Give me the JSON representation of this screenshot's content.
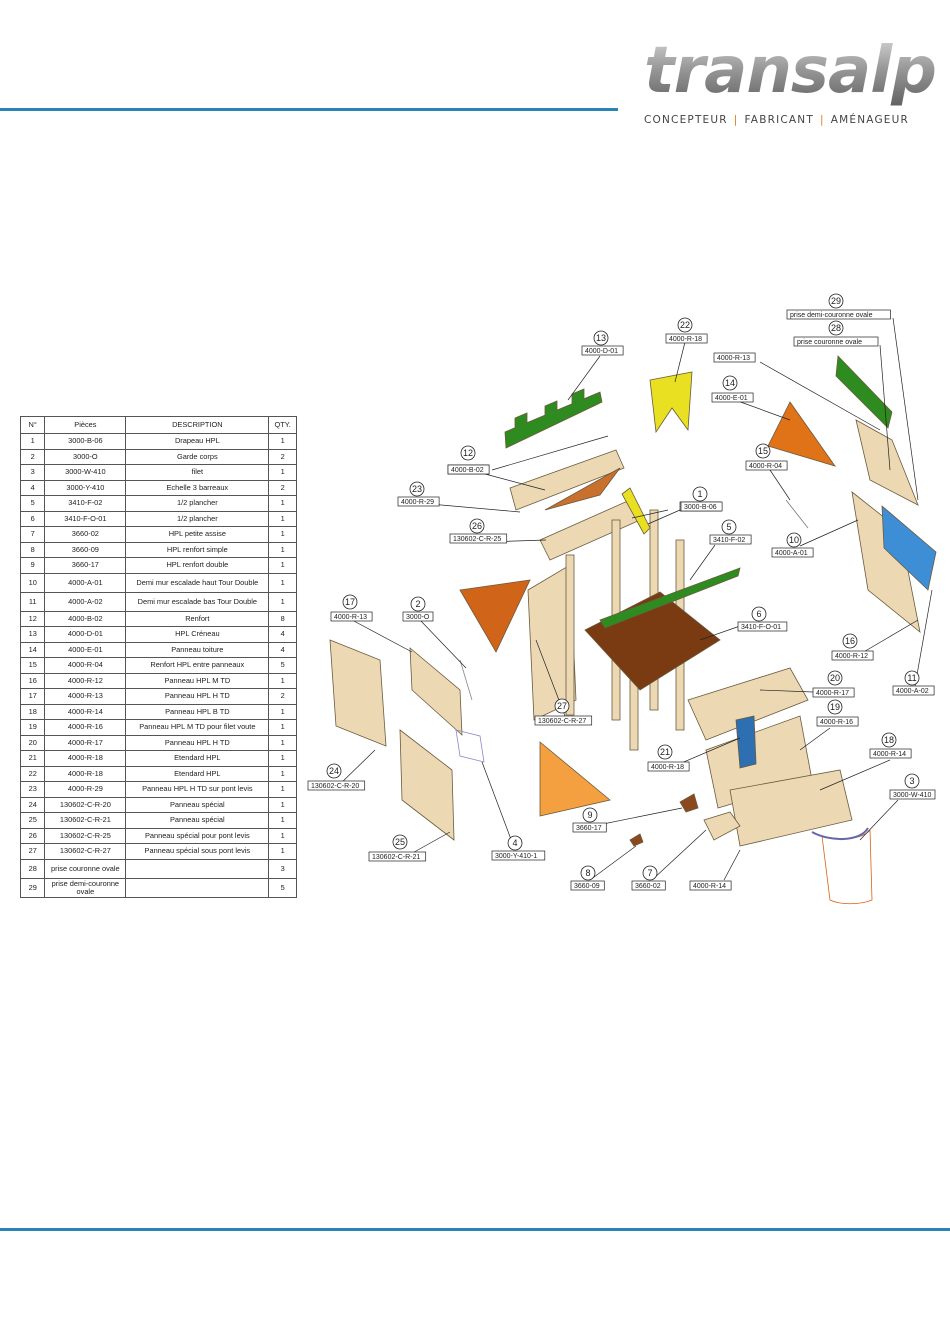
{
  "brand": {
    "name": "transalp",
    "tagline": [
      "CONCEPTEUR",
      "FABRICANT",
      "AMÉNAGEUR"
    ],
    "tagline_sep": "|"
  },
  "colors": {
    "rule": "#2a84b8",
    "accent": "#e07b1c"
  },
  "table": {
    "headers": [
      "N°",
      "Pièces",
      "DESCRIPTION",
      "QTY."
    ],
    "rows": [
      [
        "1",
        "3000-B-06",
        "Drapeau HPL",
        "1"
      ],
      [
        "2",
        "3000-O",
        "Garde corps",
        "2"
      ],
      [
        "3",
        "3000-W-410",
        "filet",
        "1"
      ],
      [
        "4",
        "3000-Y-410",
        "Echelle 3 barreaux",
        "2"
      ],
      [
        "5",
        "3410-F-02",
        "1/2 plancher",
        "1"
      ],
      [
        "6",
        "3410-F-O-01",
        "1/2 plancher",
        "1"
      ],
      [
        "7",
        "3660-02",
        "HPL petite assise",
        "1"
      ],
      [
        "8",
        "3660-09",
        "HPL renfort simple",
        "1"
      ],
      [
        "9",
        "3660-17",
        "HPL renfort double",
        "1"
      ],
      [
        "10",
        "4000-A-01",
        "Demi mur escalade haut Tour Double",
        "1"
      ],
      [
        "11",
        "4000-A-02",
        "Demi mur escalade bas Tour Double",
        "1"
      ],
      [
        "12",
        "4000-B-02",
        "Renfort",
        "8"
      ],
      [
        "13",
        "4000-D-01",
        "HPL Créneau",
        "4"
      ],
      [
        "14",
        "4000-E-01",
        "Panneau toiture",
        "4"
      ],
      [
        "15",
        "4000-R-04",
        "Renfort HPL entre panneaux",
        "5"
      ],
      [
        "16",
        "4000-R-12",
        "Panneau HPL M TD",
        "1"
      ],
      [
        "17",
        "4000-R-13",
        "Panneau HPL H TD",
        "2"
      ],
      [
        "18",
        "4000-R-14",
        "Panneau HPL B TD",
        "1"
      ],
      [
        "19",
        "4000-R-16",
        "Panneau HPL M TD pour filet voute",
        "1"
      ],
      [
        "20",
        "4000-R-17",
        "Panneau HPL H TD",
        "1"
      ],
      [
        "21",
        "4000-R-18",
        "Etendard HPL",
        "1"
      ],
      [
        "22",
        "4000-R-18",
        "Etendard HPL",
        "1"
      ],
      [
        "23",
        "4000-R-29",
        "Panneau HPL H TD sur pont levis",
        "1"
      ],
      [
        "24",
        "130602-C-R-20",
        "Panneau spécial",
        "1"
      ],
      [
        "25",
        "130602-C-R-21",
        "Panneau spécial",
        "1"
      ],
      [
        "26",
        "130602-C-R-25",
        "Panneau spécial pour pont levis",
        "1"
      ],
      [
        "27",
        "130602-C-R-27",
        "Panneau spécial sous pont levis",
        "1"
      ],
      [
        "28",
        "prise couronne ovale",
        "",
        "3"
      ],
      [
        "29",
        "prise demi-couronne ovale",
        "",
        "5"
      ]
    ]
  },
  "callouts": [
    {
      "n": "1",
      "ref": "3000-B-06"
    },
    {
      "n": "2",
      "ref": "3000-O"
    },
    {
      "n": "3",
      "ref": "3000-W-410"
    },
    {
      "n": "4",
      "ref": "3000-Y-410-1"
    },
    {
      "n": "5",
      "ref": "3410-F-02"
    },
    {
      "n": "6",
      "ref": "3410-F-O-01"
    },
    {
      "n": "7",
      "ref": "3660-02"
    },
    {
      "n": "8",
      "ref": "3660-09"
    },
    {
      "n": "9",
      "ref": "3660-17"
    },
    {
      "n": "10",
      "ref": "4000-A-01"
    },
    {
      "n": "11",
      "ref": "4000-A-02"
    },
    {
      "n": "12",
      "ref": "4000-B-02"
    },
    {
      "n": "13",
      "ref": "4000-D-01"
    },
    {
      "n": "14",
      "ref": "4000-E-01"
    },
    {
      "n": "15",
      "ref": "4000-R-04"
    },
    {
      "n": "16",
      "ref": "4000-R-12"
    },
    {
      "n": "17",
      "ref": "4000-R-13"
    },
    {
      "n": "18",
      "ref": "4000-R-14"
    },
    {
      "n": "19",
      "ref": "4000-R-16"
    },
    {
      "n": "20",
      "ref": "4000-R-17"
    },
    {
      "n": "21",
      "ref": "4000-R-18"
    },
    {
      "n": "22",
      "ref": "4000-R-18"
    },
    {
      "n": "23",
      "ref": "4000-R-29"
    },
    {
      "n": "24",
      "ref": "130602-C-R-20"
    },
    {
      "n": "25",
      "ref": "130602-C-R-21"
    },
    {
      "n": "26",
      "ref": "130602-C-R-25"
    },
    {
      "n": "27",
      "ref": "130602-C-R-27"
    },
    {
      "n": "28",
      "ref": "prise couronne ovale"
    },
    {
      "n": "29",
      "ref": "prise demi-couronne ovale"
    }
  ],
  "extra_refs": [
    {
      "ref": "4000-R-13"
    },
    {
      "ref": "3000-B-06"
    },
    {
      "ref": "4000-B-02"
    },
    {
      "ref": "4000-R-14"
    }
  ]
}
